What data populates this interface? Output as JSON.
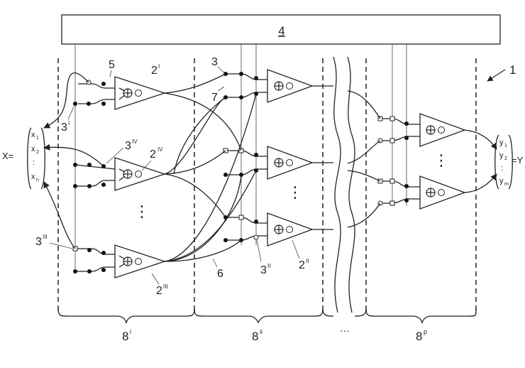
{
  "labels": {
    "box": "4",
    "system": "1",
    "weight_label": "5",
    "neuron_top": "2",
    "neuron_top_sup": "I",
    "neuron_mid": "2",
    "neuron_mid_sup": "IV",
    "neuron_bot": "2",
    "neuron_bot_sup": "III",
    "neuron_l2": "2",
    "neuron_l2_sup": "II",
    "synapse": "3",
    "synapse_l1": "3",
    "synapse_l1_sup": "I",
    "synapse_l4": "3",
    "synapse_l4_sup": "IV",
    "synapse_l3": "3",
    "synapse_l3_sup": "III",
    "synapse_l2": "3",
    "synapse_l2_sup": "II",
    "connection_7": "7",
    "connection_6": "6",
    "vdots": "⋮",
    "input_vector": {
      "lhs": "X=",
      "items": [
        {
          "base": "x",
          "sub": "1"
        },
        {
          "base": "x",
          "sub": "2"
        },
        {
          "base": ":",
          "sub": ""
        },
        {
          "base": "x",
          "sub": "n"
        }
      ]
    },
    "output_vector": {
      "rhs": "=Y",
      "items": [
        {
          "base": "y",
          "sub": "1"
        },
        {
          "base": "y",
          "sub": "2"
        },
        {
          "base": ":",
          "sub": ""
        },
        {
          "base": "y",
          "sub": "m"
        }
      ]
    },
    "brace_ellipsis": "···",
    "layers": [
      {
        "base": "8",
        "sup": "i"
      },
      {
        "base": "8",
        "sup": "ii"
      },
      {
        "base": "8",
        "sup": "p"
      }
    ]
  }
}
